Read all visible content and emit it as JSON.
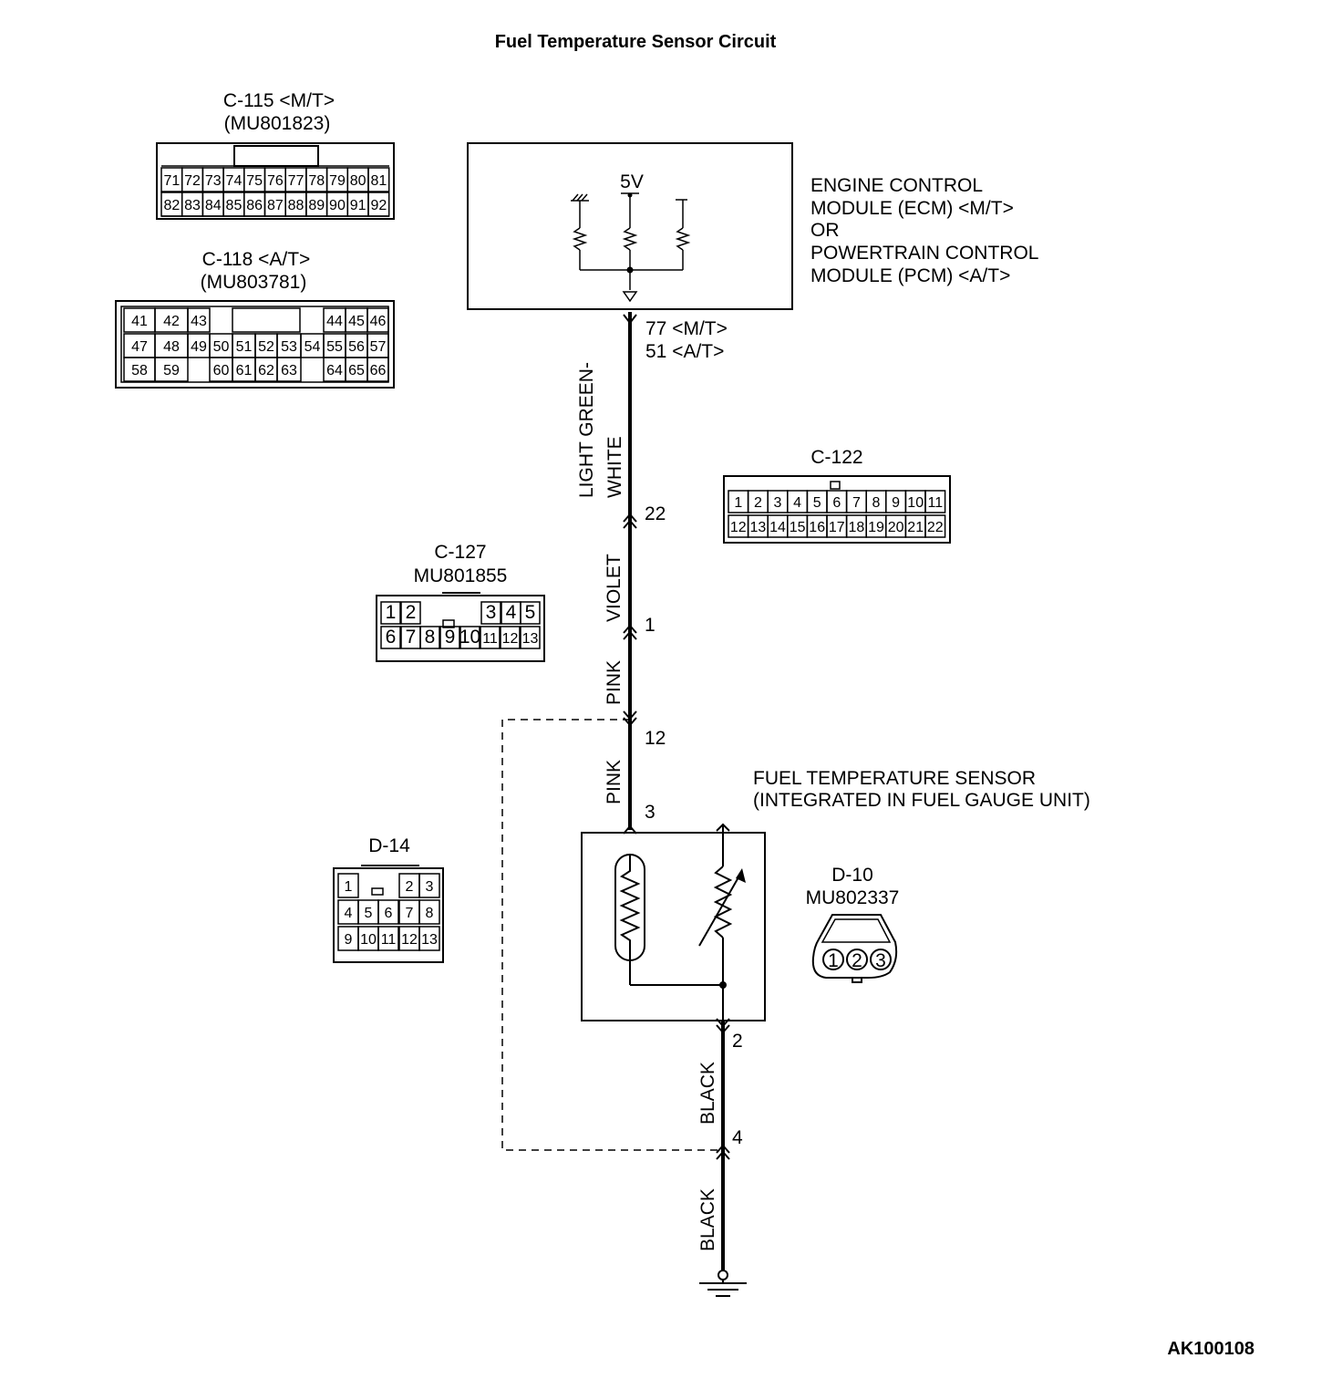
{
  "title": "Fuel Temperature Sensor Circuit",
  "footer_code": "AK100108",
  "connectors": {
    "c115": {
      "name": "C-115 <M/T>",
      "part": "(MU801823)",
      "row1": [
        "71",
        "72",
        "73",
        "74",
        "75",
        "76",
        "77",
        "78",
        "79",
        "80",
        "81"
      ],
      "row2": [
        "82",
        "83",
        "84",
        "85",
        "86",
        "87",
        "88",
        "89",
        "90",
        "91",
        "92"
      ]
    },
    "c118": {
      "name": "C-118 <A/T>",
      "part": "(MU803781)",
      "row1": [
        "41",
        "42",
        "43",
        "44",
        "45",
        "46"
      ],
      "row2": [
        "47",
        "48",
        "49",
        "50",
        "51",
        "52",
        "53",
        "54",
        "55",
        "56",
        "57"
      ],
      "row3": [
        "58",
        "59",
        "60",
        "61",
        "62",
        "63",
        "64",
        "65",
        "66"
      ]
    },
    "c122": {
      "name": "C-122",
      "row1": [
        "1",
        "2",
        "3",
        "4",
        "5",
        "6",
        "7",
        "8",
        "9",
        "10",
        "11"
      ],
      "row2": [
        "12",
        "13",
        "14",
        "15",
        "16",
        "17",
        "18",
        "19",
        "20",
        "21",
        "22"
      ]
    },
    "c127": {
      "name": "C-127",
      "part": "MU801855",
      "row1": [
        "1",
        "2",
        "3",
        "4",
        "5"
      ],
      "row2": [
        "6",
        "7",
        "8",
        "9",
        "10",
        "11",
        "12",
        "13"
      ]
    },
    "d14": {
      "name": "D-14",
      "row1": [
        "1",
        "2",
        "3"
      ],
      "row2": [
        "4",
        "5",
        "6",
        "7",
        "8"
      ],
      "row3": [
        "9",
        "10",
        "11",
        "12",
        "13"
      ]
    },
    "d10": {
      "name": "D-10",
      "part": "MU802337",
      "pins": [
        "1",
        "2",
        "3"
      ]
    }
  },
  "ecm": {
    "voltage": "5V",
    "label": [
      "ENGINE CONTROL",
      "MODULE (ECM) <M/T>",
      "OR",
      "POWERTRAIN CONTROL",
      "MODULE (PCM) <A/T>"
    ],
    "terminal_mt": "77 <M/T>",
    "terminal_at": "51 <A/T>"
  },
  "sensor": {
    "label": [
      "FUEL TEMPERATURE SENSOR",
      "(INTEGRATED IN FUEL GAUGE UNIT)"
    ]
  },
  "wires": {
    "ecm_to_c122": [
      "LIGHT GREEN-",
      "WHITE"
    ],
    "c122_to_c127": "VIOLET",
    "c127_to_d14": "PINK",
    "d14_to_d10": "PINK",
    "d10_to_d14": "BLACK",
    "d14_to_ground": "BLACK"
  },
  "pins": {
    "c122": "22",
    "c127": "1",
    "d14_pink": "12",
    "d10_sensor": "3",
    "d10_ground": "2",
    "d14_black": "4"
  }
}
